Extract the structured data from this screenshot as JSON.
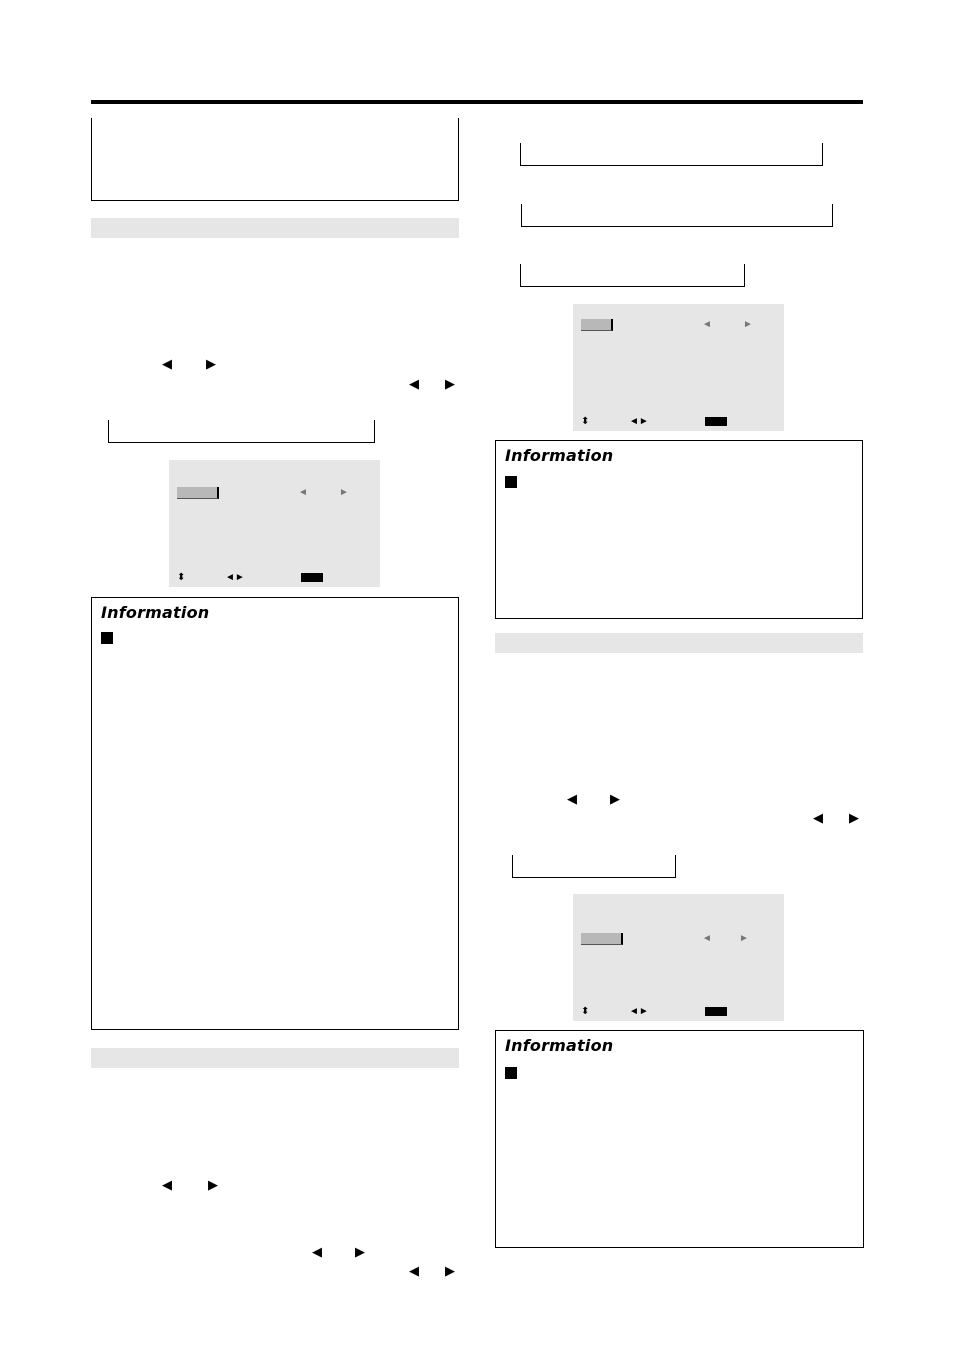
{
  "page": {
    "section_bars": [
      "",
      "",
      ""
    ],
    "information_boxes": [
      {
        "title": "Information"
      },
      {
        "title": "Information"
      },
      {
        "title": "Information"
      }
    ]
  },
  "icons": {
    "left": "◀",
    "right": "▶",
    "menu_left": "◄",
    "menu_right": "►",
    "updown": "⬍",
    "leftright": "◄►"
  }
}
